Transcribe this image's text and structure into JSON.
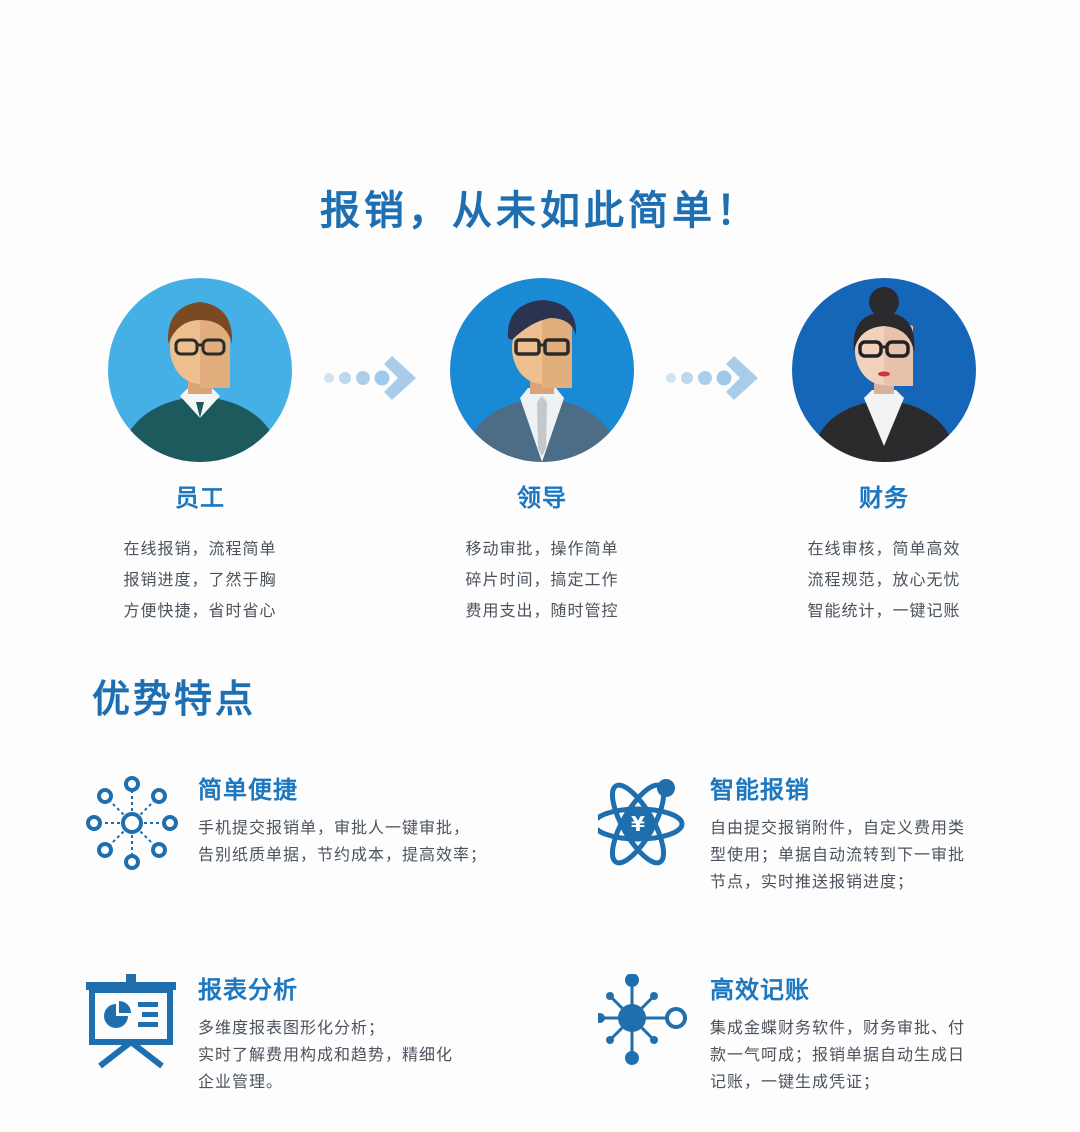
{
  "header": {
    "title": "报销，从未如此简单！"
  },
  "roles": [
    {
      "title": "员工",
      "lines": [
        "在线报销，流程简单",
        "报销进度，了然于胸",
        "方便快捷，省时省心"
      ],
      "avatar_icon": "employee-avatar-icon",
      "bg": "#45b0e6"
    },
    {
      "title": "领导",
      "lines": [
        "移动审批，操作简单",
        "碎片时间，搞定工作",
        "费用支出，随时管控"
      ],
      "avatar_icon": "leader-avatar-icon",
      "bg": "#1a8ad4"
    },
    {
      "title": "财务",
      "lines": [
        "在线审核，简单高效",
        "流程规范，放心无忧",
        "智能统计，一键记账"
      ],
      "avatar_icon": "finance-avatar-icon",
      "bg": "#1565b8"
    }
  ],
  "section": {
    "title": "优势特点"
  },
  "features": [
    {
      "title": "简单便捷",
      "lines": [
        "手机提交报销单，审批人一键审批，",
        "告别纸质单据，节约成本，提高效率；"
      ],
      "icon": "network-icon"
    },
    {
      "title": "智能报销",
      "lines": [
        "自由提交报销附件，自定义费用类",
        "型使用；单据自动流转到下一审批",
        "节点，实时推送报销进度；"
      ],
      "icon": "atom-yuan-icon"
    },
    {
      "title": "报表分析",
      "lines": [
        "多维度报表图形化分析；",
        "实时了解费用构成和趋势，精细化",
        "企业管理。"
      ],
      "icon": "presentation-chart-icon"
    },
    {
      "title": "高效记账",
      "lines": [
        "集成金蝶财务软件，财务审批、付",
        "款一气呵成；报销单据自动生成日",
        "记账，一键生成凭证；"
      ],
      "icon": "hub-nodes-icon"
    }
  ],
  "colors": {
    "title_blue": "#1e6fb1",
    "accent_blue": "#1e78c0",
    "icon_blue": "#1f6fae",
    "arrow_blue": "#a9cde8"
  }
}
